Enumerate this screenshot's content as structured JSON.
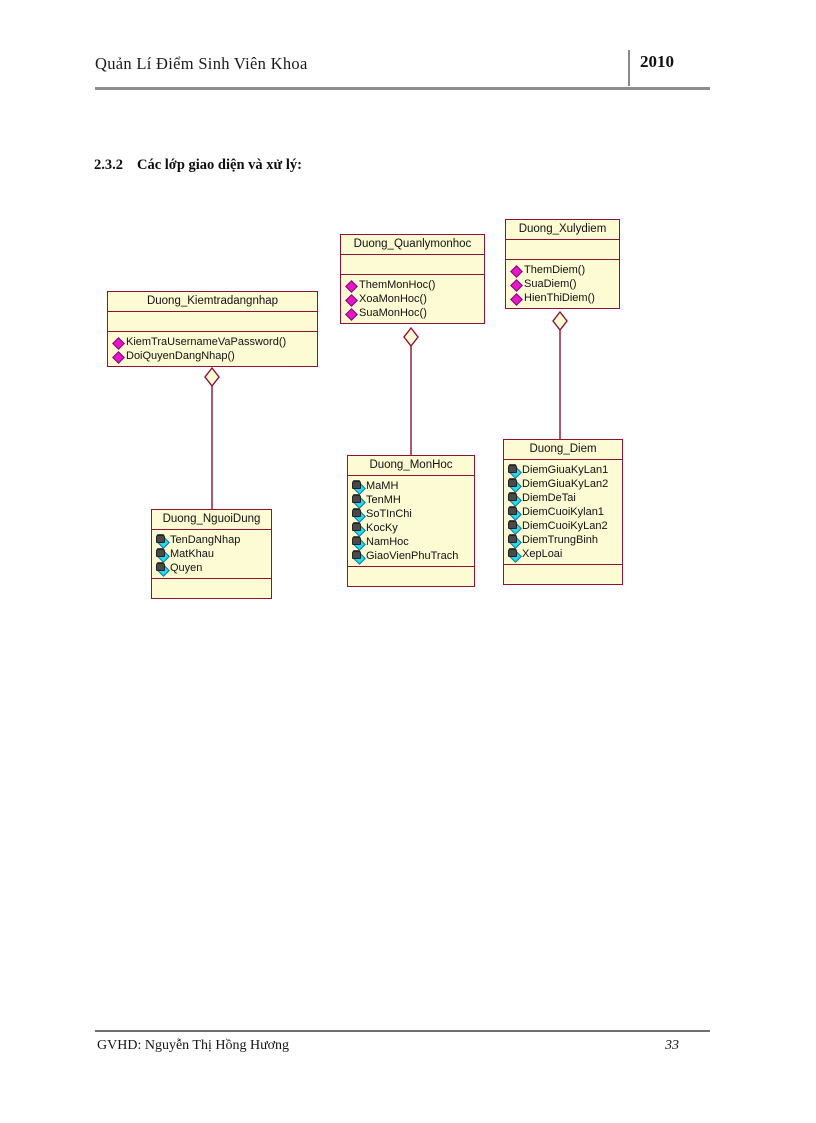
{
  "header": {
    "doc_title": "Quản Lí Điểm Sinh Viên Khoa",
    "year": "2010"
  },
  "section": {
    "number": "2.3.2",
    "title": "Các lớp giao diện và xử lý:"
  },
  "diagram": {
    "type": "uml-class-diagram",
    "colors": {
      "class_fill": "#fdfbd4",
      "class_border": "#8f1133",
      "operation_icon": "#e617c8",
      "attribute_icon": "#25d8f5"
    },
    "classes": [
      {
        "id": "kiemtradangnhap",
        "name": "Duong_Kiemtradangnhap",
        "attributes": [],
        "operations": [
          "KiemTraUsernameVaPassword()",
          "DoiQuyenDangNhap()"
        ]
      },
      {
        "id": "quanlymonhoc",
        "name": "Duong_Quanlymonhoc",
        "attributes": [],
        "operations": [
          "ThemMonHoc()",
          "XoaMonHoc()",
          "SuaMonHoc()"
        ]
      },
      {
        "id": "xulydiem",
        "name": "Duong_Xulydiem",
        "attributes": [],
        "operations": [
          "ThemDiem()",
          "SuaDiem()",
          "HienThiDiem()"
        ]
      },
      {
        "id": "nguoidung",
        "name": "Duong_NguoiDung",
        "attributes": [
          "TenDangNhap",
          "MatKhau",
          "Quyen"
        ],
        "operations": []
      },
      {
        "id": "monhoc",
        "name": "Duong_MonHoc",
        "attributes": [
          "MaMH",
          "TenMH",
          "SoTInChi",
          "KocKy",
          "NamHoc",
          "GiaoVienPhuTrach"
        ],
        "operations": []
      },
      {
        "id": "diem",
        "name": "Duong_Diem",
        "attributes": [
          "DiemGiuaKyLan1",
          "DiemGiuaKyLan2",
          "DiemDeTai",
          "DiemCuoiKylan1",
          "DiemCuoiKyLan2",
          "DiemTrungBinh",
          "XepLoai"
        ],
        "operations": []
      }
    ],
    "relationships": [
      {
        "kind": "aggregation",
        "from": "kiemtradangnhap",
        "to": "nguoidung"
      },
      {
        "kind": "aggregation",
        "from": "quanlymonhoc",
        "to": "monhoc"
      },
      {
        "kind": "aggregation",
        "from": "xulydiem",
        "to": "diem"
      }
    ]
  },
  "footer": {
    "left": "GVHD: Nguyễn Thị Hồng Hương",
    "page": "33"
  }
}
